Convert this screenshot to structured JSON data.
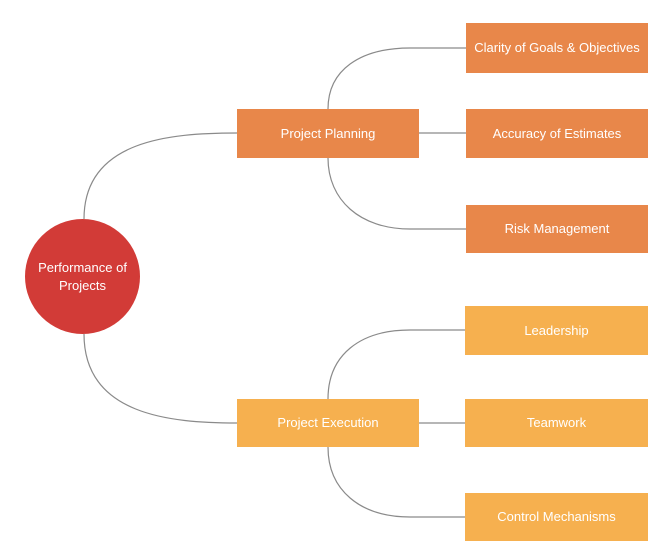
{
  "root": {
    "label": "Performance of Projects"
  },
  "branches": [
    {
      "label": "Project Planning",
      "color": "#e8874a",
      "children": [
        "Clarity of Goals & Objectives",
        "Accuracy of Estimates",
        "Risk Management"
      ]
    },
    {
      "label": "Project Execution",
      "color": "#f6b04f",
      "children": [
        "Leadership",
        "Teamwork",
        "Control Mechanisms"
      ]
    }
  ],
  "colors": {
    "root": "#d23b37",
    "connector": "#8a8a8a"
  }
}
